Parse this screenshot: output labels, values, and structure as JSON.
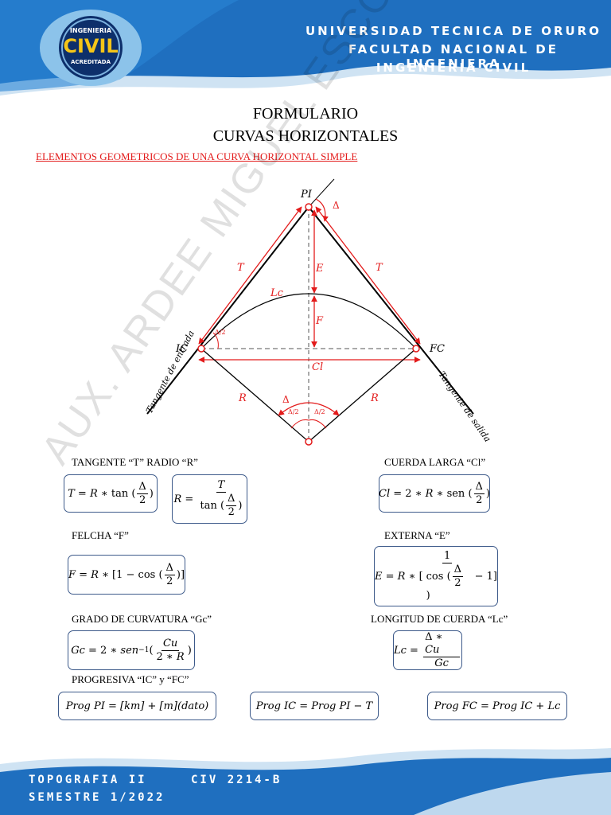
{
  "header": {
    "university": "UNIVERSIDAD TECNICA DE ORURO",
    "faculty": "FACULTAD NACIONAL DE INGENIERA",
    "career": "INGENIERIA CIVIL",
    "logo_top": "INGENIERIA",
    "logo_main": "CIVIL",
    "logo_bottom": "ACREDITADA",
    "primary_color": "#1f6fbf",
    "light_color": "#cfe3f3"
  },
  "title_line1": "FORMULARIO",
  "title_line2": "CURVAS HORIZONTALES",
  "subtitle": "ELEMENTOS GEOMETRICOS DE UNA CURVA HORIZONTAL SIMPLE",
  "diagram": {
    "pi": "PI",
    "ic": "IC",
    "fc": "FC",
    "delta": "Δ",
    "t_left": "T",
    "t_right": "T",
    "e": "E",
    "f": "F",
    "lc": "Lc",
    "cl": "Cl",
    "r_left": "R",
    "r_right": "R",
    "half_delta": "Δ/2",
    "tangent_in": "Tangente de entrada",
    "tangent_out": "Tangente de salida",
    "red": "#e31b1b"
  },
  "watermark": "AUX. ARDEE MIGUEL ESCOBAR VARGAS",
  "sections": {
    "tangent_radius": "TANGENTE “T” RADIO “R”",
    "chord": "CUERDA LARGA “Cl”",
    "felcha": "FELCHA “F”",
    "external": "EXTERNA “E”",
    "degree": "GRADO DE CURVATURA “Gc”",
    "arc": "LONGITUD DE CUERDA “Lc”",
    "progressive": "PROGRESIVA “IC” y “FC”"
  },
  "formulas": {
    "prog_pi": "Prog PI = [km] + [m](dato)",
    "prog_ic": "Prog IC = Prog PI − T",
    "prog_fc": "Prog FC = Prog IC + Lc"
  },
  "footer": {
    "course": "TOPOGRAFIA II",
    "code": "CIV 2214-B",
    "semester": "SEMESTRE 1/2022"
  }
}
